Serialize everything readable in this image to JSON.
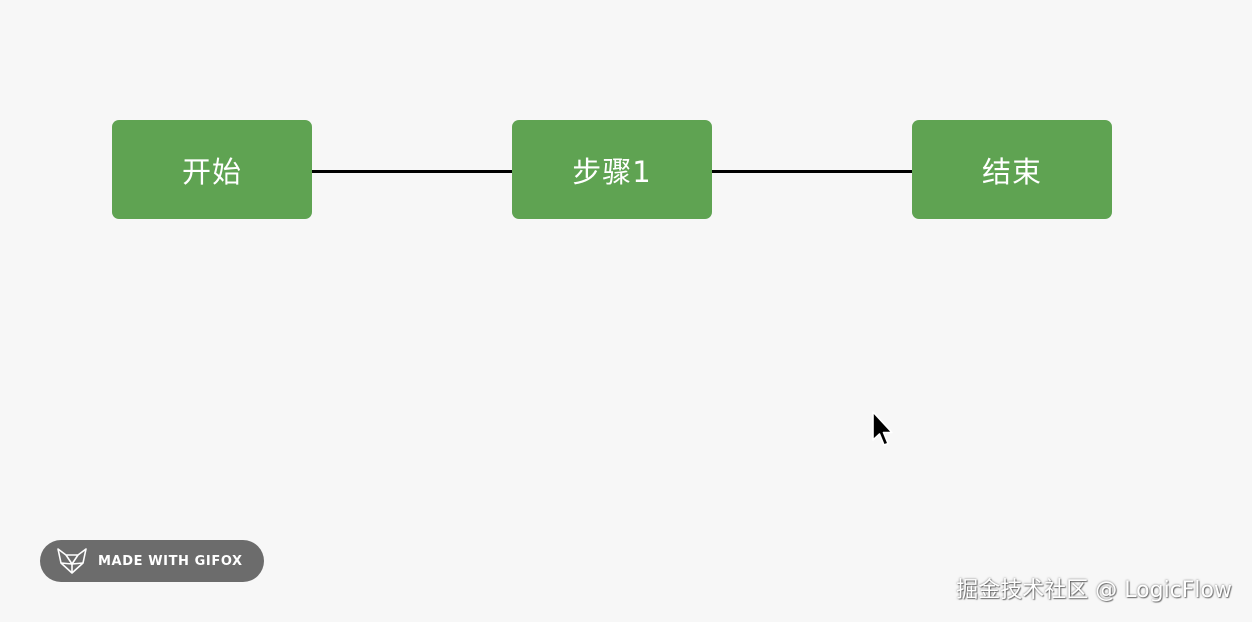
{
  "flow": {
    "nodes": [
      {
        "id": "start",
        "label": "开始"
      },
      {
        "id": "step1",
        "label": "步骤1"
      },
      {
        "id": "end",
        "label": "结束"
      }
    ],
    "edges": [
      {
        "from": "start",
        "to": "step1"
      },
      {
        "from": "step1",
        "to": "end"
      }
    ],
    "node_color": "#5fa352",
    "edge_color": "#000000",
    "label_color": "#ffffff",
    "background_color": "#f7f7f7"
  },
  "badge": {
    "text": "MADE WITH GIFOX",
    "icon": "fox-icon",
    "color": "#6c6c6c"
  },
  "watermark": {
    "text": "掘金技术社区 @ LogicFlow"
  },
  "cursor": {
    "icon": "arrow-cursor-icon"
  }
}
